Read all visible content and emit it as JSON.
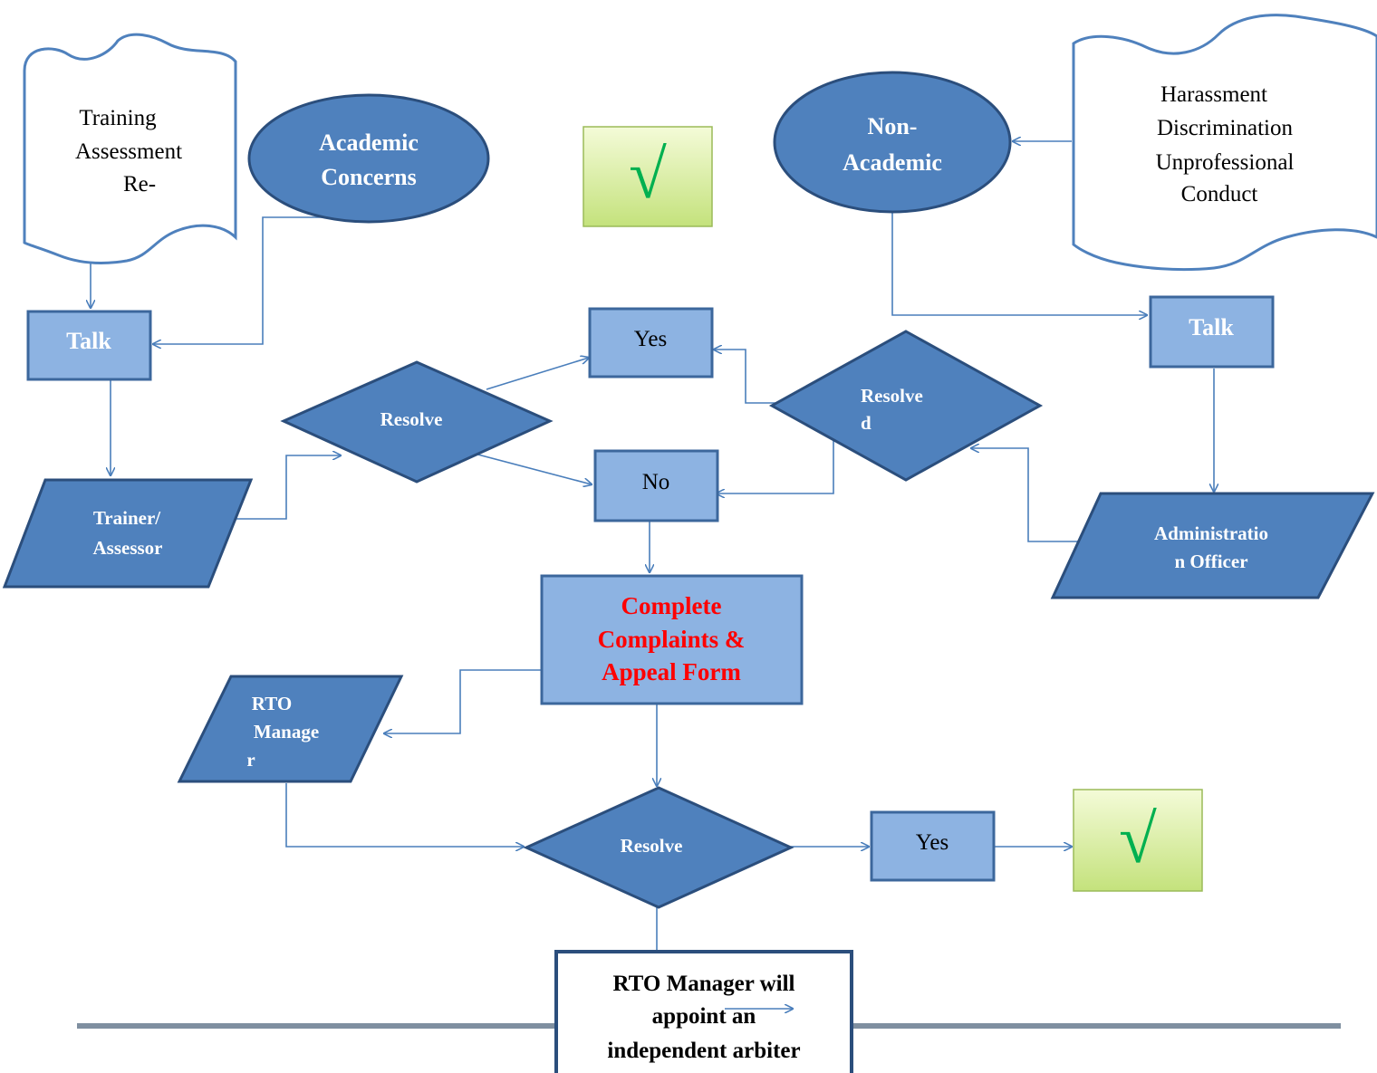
{
  "colors": {
    "dark_fill": "#4f81bd",
    "dark_stroke": "#2b4e7c",
    "light_fill": "#8db3e2",
    "light_stroke": "#3c679c",
    "connector": "#4a7ebb",
    "check_fill_top": "#f4fbd8",
    "check_fill_bottom": "#c4e27c",
    "check_mark": "#00b050",
    "form_text": "#ff0000",
    "divider": "#7f8fa0"
  },
  "nodes": {
    "doc_left": {
      "lines": [
        "Training",
        "Assessment",
        "Re-"
      ]
    },
    "doc_right": {
      "lines": [
        "Harassment",
        "Discrimination",
        "Unprofessional",
        "Conduct"
      ]
    },
    "academic": {
      "lines": [
        "Academic",
        "Concerns"
      ]
    },
    "non_academic": {
      "lines": [
        "Non-",
        "Academic"
      ]
    },
    "check_top": {
      "symbol": "√"
    },
    "check_bottom": {
      "symbol": "√"
    },
    "talk_left": {
      "label": "Talk"
    },
    "talk_right": {
      "label": "Talk"
    },
    "yes_top": {
      "label": "Yes"
    },
    "no_mid": {
      "label": "No"
    },
    "resolved_left": {
      "label": "Resolve"
    },
    "resolved_right": {
      "lines": [
        "Resolve",
        "d"
      ]
    },
    "resolved_bottom": {
      "label": "Resolve"
    },
    "trainer": {
      "lines": [
        "Trainer/",
        "Assessor"
      ]
    },
    "admin": {
      "lines": [
        "Administratio",
        "n Officer"
      ]
    },
    "form": {
      "lines": [
        "Complete",
        "Complaints &",
        "Appeal Form"
      ]
    },
    "rto_manager": {
      "lines": [
        "RTO",
        "Manage",
        "r"
      ]
    },
    "yes_bottom": {
      "label": "Yes"
    },
    "arbiter": {
      "lines": [
        "RTO Manager will",
        "appoint an",
        "independent arbiter"
      ]
    }
  }
}
